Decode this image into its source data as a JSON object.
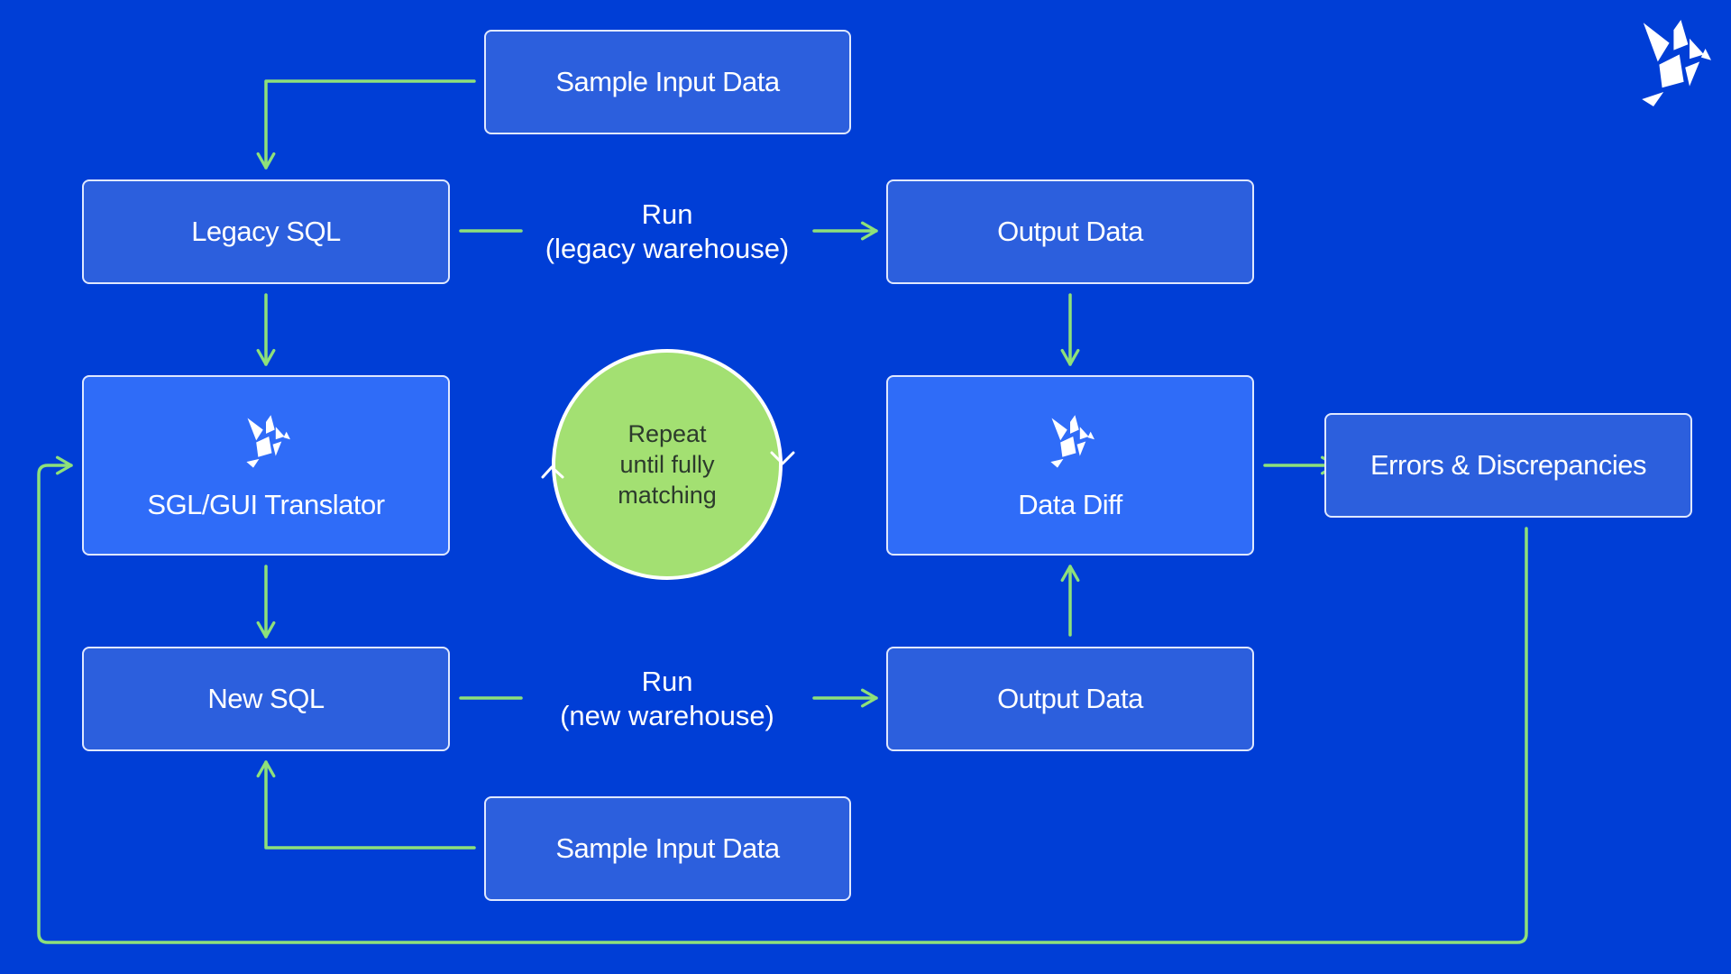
{
  "nodes": {
    "sample_input_top": "Sample Input Data",
    "legacy_sql": "Legacy SQL",
    "output_data_top": "Output Data",
    "translator": "SGL/GUI Translator",
    "data_diff": "Data Diff",
    "errors": "Errors & Discrepancies",
    "new_sql": "New SQL",
    "output_data_bottom": "Output Data",
    "sample_input_bottom": "Sample Input Data"
  },
  "edges": {
    "run_legacy": {
      "line1": "Run",
      "line2": "(legacy warehouse)"
    },
    "run_new": {
      "line1": "Run",
      "line2": "(new warehouse)"
    }
  },
  "loop": {
    "line1": "Repeat",
    "line2": "until fully",
    "line3": "matching"
  },
  "colors": {
    "background": "#003ed6",
    "node_fill": "#2c5fdd",
    "node_primary_fill": "#2f6cf8",
    "node_border": "#dfe8ff",
    "connector": "#8ee07a",
    "loop_fill": "#a3e072",
    "text": "#ffffff"
  },
  "icons": {
    "brand": "origami-bird-icon"
  }
}
